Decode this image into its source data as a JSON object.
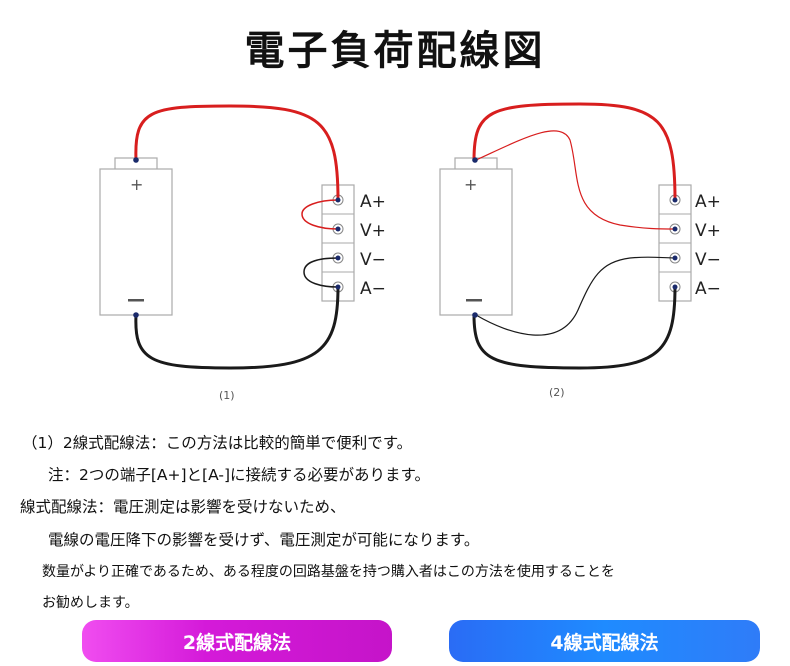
{
  "title": "電子負荷配線図",
  "diagram": {
    "terminals": [
      "A+",
      "V+",
      "V−",
      "A−"
    ],
    "battery_plus": "+",
    "battery_minus": "−",
    "captions": [
      "(1)",
      "(2)"
    ],
    "colors": {
      "positive_wire": "#d81e1e",
      "negative_wire": "#1a1a1a"
    }
  },
  "text": {
    "line1": "（1）2線式配線法：この方法は比較的簡単で便利です。",
    "line2": "注：2つの端子[A+]と[A-]に接続する必要があります。",
    "line3": "線式配線法：電圧測定は影響を受けないため、",
    "line4": "電線の電圧降下の影響を受けず、電圧測定が可能になります。",
    "line5": "数量がより正確であるため、ある程度の回路基盤を持つ購入者はこの方法を使用することを",
    "line6": "お勧めします。"
  },
  "buttons": {
    "two_wire": "2線式配線法",
    "four_wire": "4線式配線法",
    "colors": {
      "two_wire": "#d41ad9",
      "four_wire": "#1f8bff"
    }
  }
}
